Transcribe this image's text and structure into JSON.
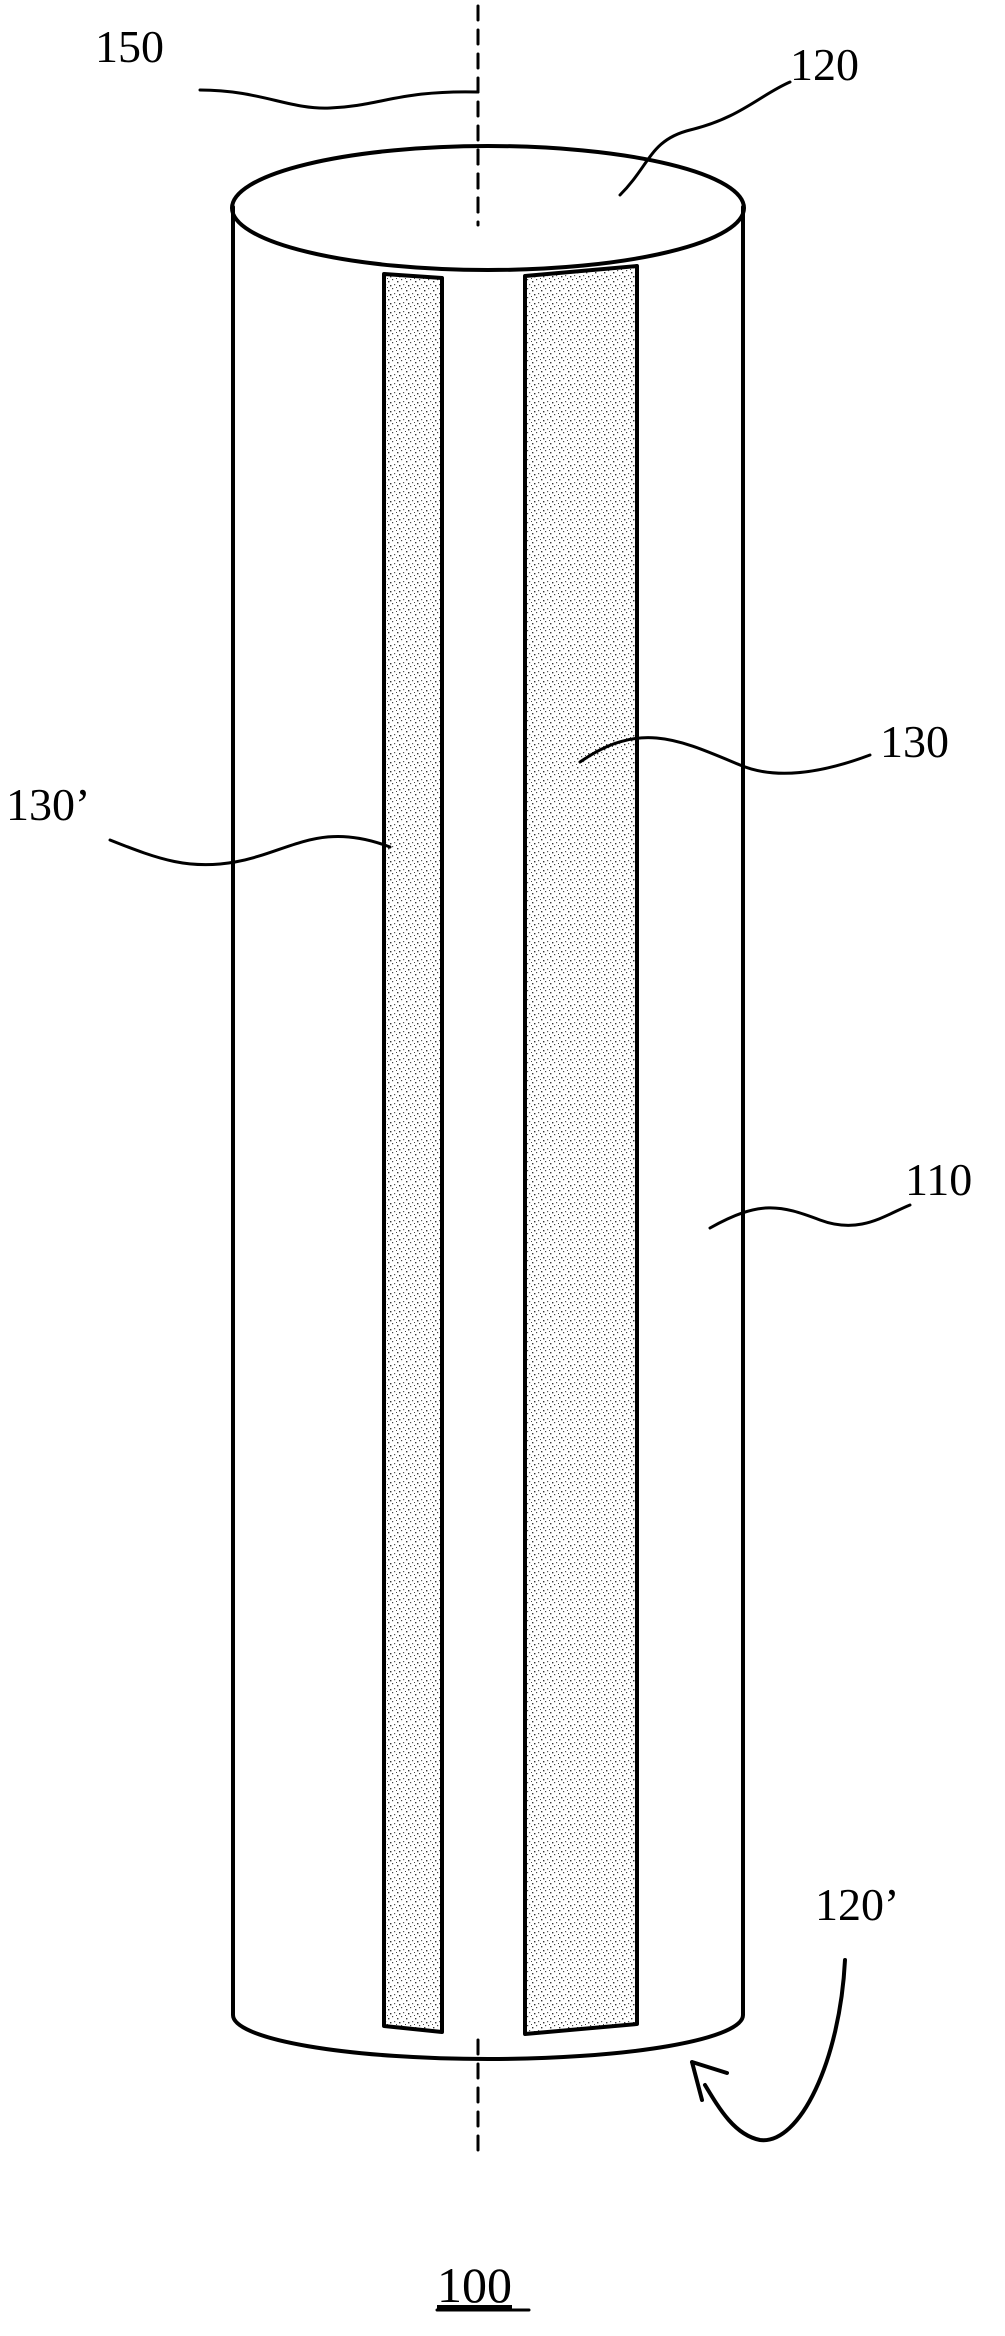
{
  "labels": {
    "axis": "150",
    "top_face": "120",
    "bottom_face": "120’",
    "coating_main": "130",
    "coating_secondary": "130’",
    "body": "110",
    "figure": "100"
  }
}
